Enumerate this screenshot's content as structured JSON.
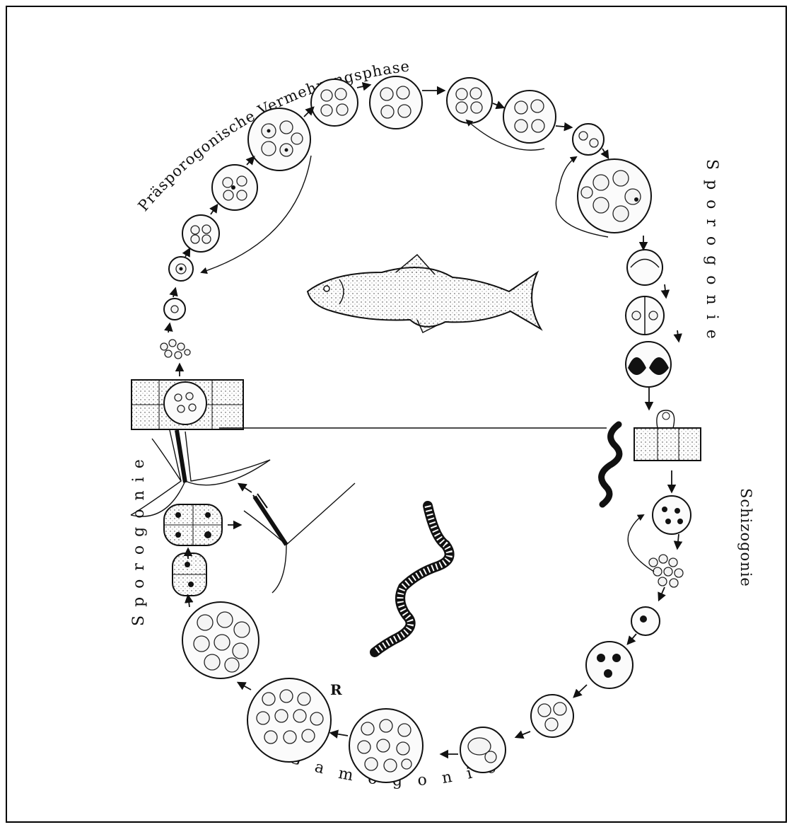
{
  "diagram": {
    "labels": {
      "praesporogonische": "Präsporogonische Vermehrungsphase",
      "sporogonie_right": "Sporogonie",
      "schizogonie": "Schizogonie",
      "gamogonie": "Gamogonie",
      "sporogonie_left": "Sporogonie",
      "r_mark": "R"
    },
    "icons": {
      "fish": "fish-icon",
      "worm": "oligochaete-worm-icon",
      "triactinomyxon": "triactinomyxon-spore-icon"
    },
    "colors": {
      "ink": "#111111",
      "paper": "#ffffff"
    }
  }
}
